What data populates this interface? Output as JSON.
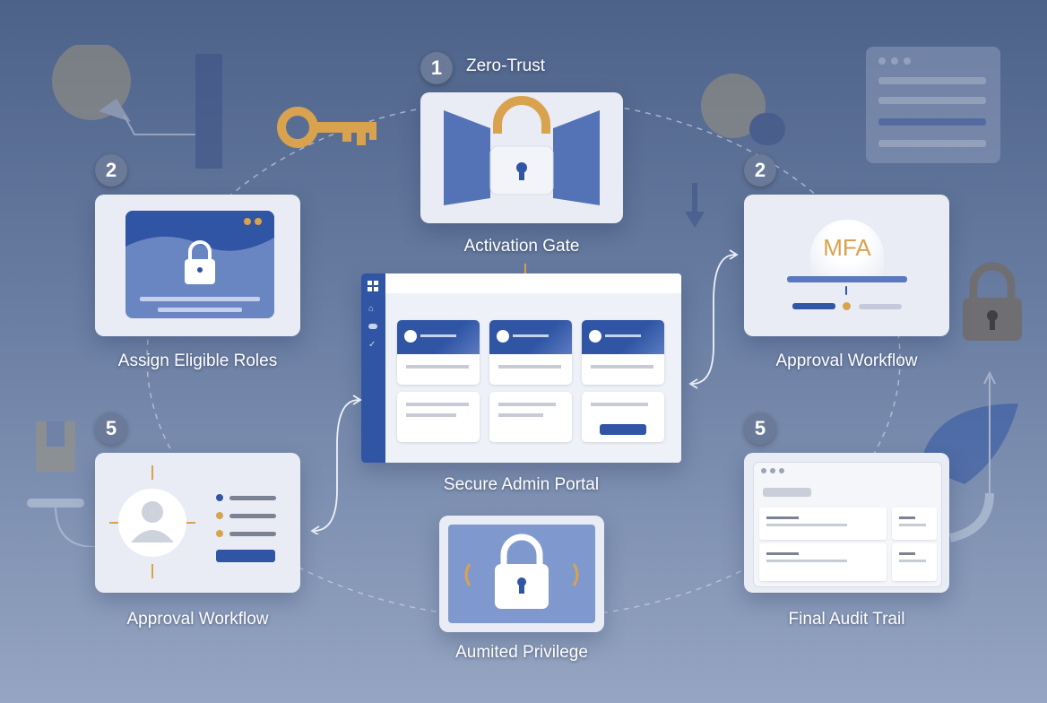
{
  "top": {
    "badge": "1",
    "title": "Zero-Trust",
    "label": "Activation Gate"
  },
  "left_top": {
    "badge": "2",
    "label": "Assign Eligible Roles"
  },
  "right_top": {
    "badge": "2",
    "mfa_text": "MFA",
    "label": "Approval Workflow"
  },
  "center": {
    "label": "Secure Admin Portal"
  },
  "left_bottom": {
    "badge": "5",
    "label": "Approval Workflow"
  },
  "right_bottom": {
    "badge": "5",
    "label": "Final Audit Trail"
  },
  "bottom": {
    "label": "Aumited Privilege"
  },
  "colors": {
    "accent_blue": "#2f55a4",
    "gold": "#d9a24e",
    "card": "#e9ecf4"
  }
}
